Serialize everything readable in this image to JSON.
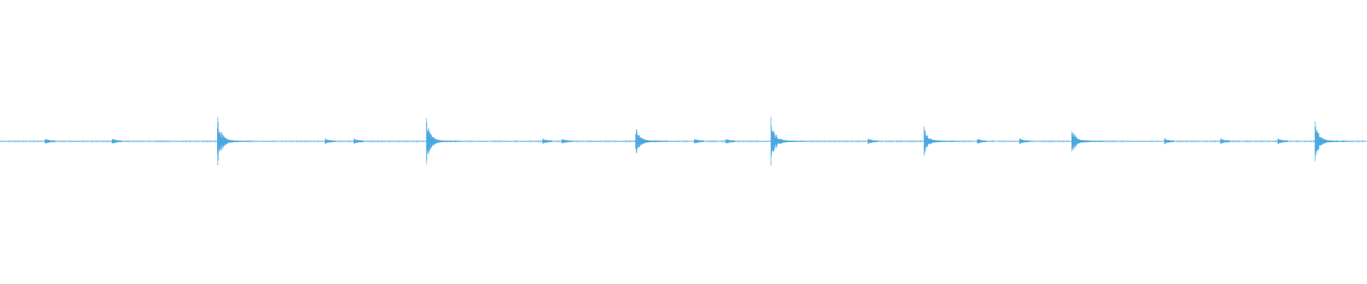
{
  "waveform": {
    "color": "#4aa8e0",
    "baseline_color": "#4aa8e0",
    "background": "#ffffff",
    "transients": [
      {
        "time": 0.159,
        "peak": 0.093
      },
      {
        "time": 0.312,
        "peak": 0.085
      },
      {
        "time": 0.465,
        "peak": 0.055
      },
      {
        "time": 0.564,
        "peak": 0.085
      },
      {
        "time": 0.676,
        "peak": 0.05
      },
      {
        "time": 0.784,
        "peak": 0.048
      },
      {
        "time": 0.962,
        "peak": 0.07
      }
    ],
    "minor_blips": [
      0.033,
      0.082,
      0.238,
      0.259,
      0.397,
      0.411,
      0.508,
      0.531,
      0.635,
      0.715,
      0.746,
      0.852,
      0.893,
      0.935
    ]
  }
}
